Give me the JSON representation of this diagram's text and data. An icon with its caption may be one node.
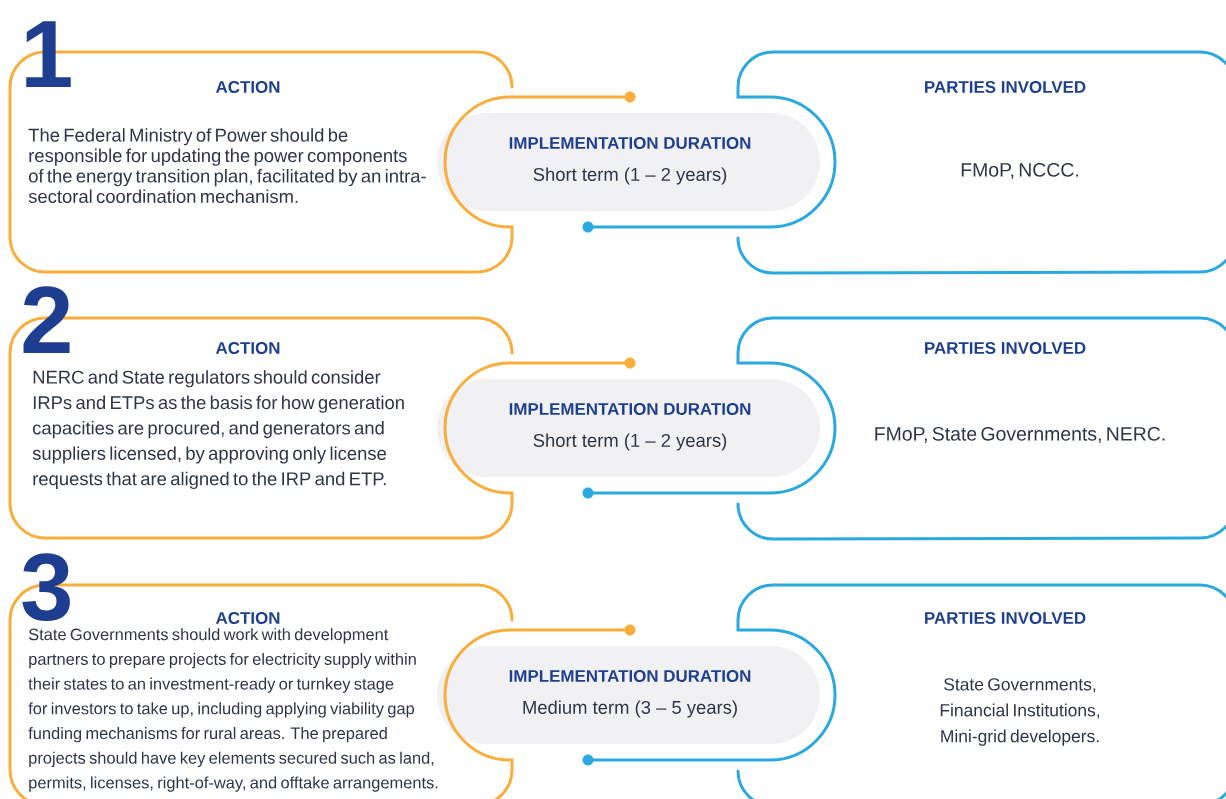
{
  "diagram": {
    "nodes": [
      {
        "text": [
          "ACTION",
          "The Federal Ministry of Power should be responsible for updating the power components of the energy transition plan, facilitated by an intra-sectoral coordination mechanism."
        ]
      },
      {
        "text": [
          "IMPLEMENTATION DURATION",
          "Short term (1 – 2 years)"
        ]
      },
      {
        "text": [
          "PARTIES INVOLVED",
          "FMoP, NCCC."
        ]
      },
      {
        "text": [
          "ACTION",
          "NERC and State regulators should consider IRPs and ETPs as the basis for how generation capacities are procured, and generators and suppliers licensed, by approving only license requests that are aligned to the IRP and ETP."
        ]
      },
      {
        "text": [
          "IMPLEMENTATION DURATION",
          "Short term (1 – 2 years)"
        ]
      },
      {
        "text": [
          "PARTIES INVOLVED",
          "FMoP, State Governments, NERC."
        ]
      },
      {
        "text": [
          "ACTION",
          "State Governments should work with development partners to prepare projects for electricity supply within their states to an investment-ready or turnkey stage for investors to take up, including applying viability gap funding mechanisms for rural areas. The prepared projects should have key elements secured such as land, permits, licenses, right-of-way, and offtake arrangements."
        ]
      },
      {
        "text": [
          "IMPLEMENTATION DURATION",
          "Medium term (3 – 5 years)"
        ]
      },
      {
        "text": [
          "PARTIES INVOLVED",
          "State Governments, Financial Institutions, Mini-grid developers."
        ]
      }
    ],
    "labels": [
      "1",
      "2",
      "3"
    ]
  }
}
